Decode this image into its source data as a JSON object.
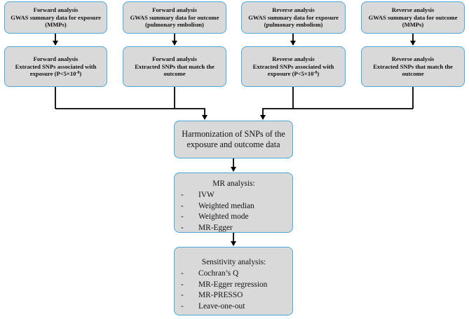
{
  "top_row": [
    {
      "title": "Forward analysis",
      "line2": "GWAS summary data for exposure",
      "line3": "(MMPs)"
    },
    {
      "title": "Forward analysis",
      "line2": "GWAS summary data for outcome",
      "line3": "(pulmonary embolism)"
    },
    {
      "title": "Reverse analysis",
      "line2": "GWAS summary data for exposure",
      "line3": "(pulmonary embolism)"
    },
    {
      "title": "Reverse analysis",
      "line2": "GWAS summary data for outcome",
      "line3": "(MMPs)"
    }
  ],
  "second_row": [
    {
      "title": "Forward analysis",
      "line2": "Extracted SNPs associated with",
      "line3_prefix": "exposure (P<5×10",
      "line3_exp": "-8",
      "line3_suffix": ")"
    },
    {
      "title": "Forward analysis",
      "line2": "Extracted SNPs that match the",
      "line3": "outcome"
    },
    {
      "title": "Reverse analysis",
      "line2": "Extracted SNPs associated with",
      "line3_prefix": "exposure (P<5×10",
      "line3_exp": "-8",
      "line3_suffix": ")"
    },
    {
      "title": "Reverse analysis",
      "line2": "Extracted SNPs that match the",
      "line3": "outcome"
    }
  ],
  "harmonization": {
    "line1": "Harmonization of SNPs of the",
    "line2": "exposure and outcome data"
  },
  "mr_analysis": {
    "heading": "MR analysis:",
    "items": [
      "IVW",
      "Weighted median",
      "Weighted mode",
      "MR-Egger"
    ]
  },
  "sensitivity": {
    "heading": "Sensitivity analysis:",
    "items": [
      "Cochran’s Q",
      "MR-Egger regression",
      "MR-PRESSO",
      "Leave-one-out"
    ]
  },
  "bullet": "-",
  "colors": {
    "box_fill": "#d9d9d9",
    "box_border": "#4aa8d8",
    "line": "#000000"
  }
}
